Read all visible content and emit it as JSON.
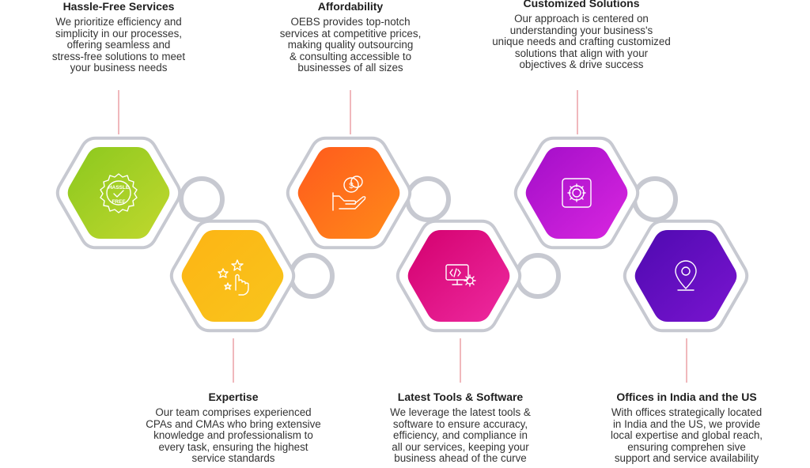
{
  "features": [
    {
      "id": "hassle-free",
      "title": "Hassle-Free Services",
      "lines": [
        "We prioritize efficiency and",
        "simplicity in our processes,",
        "offering seamless and",
        "stress-free solutions to meet",
        "your business needs"
      ],
      "icon": "hassle-free-badge-icon",
      "badge_text": [
        "HASSLE",
        "FREE"
      ],
      "colors": [
        "#8bc81e",
        "#c1d82e"
      ]
    },
    {
      "id": "expertise",
      "title": "Expertise",
      "lines": [
        "Our team comprises experienced",
        "CPAs and CMAs who bring extensive",
        "knowledge and professionalism to",
        "every task, ensuring the highest",
        "service standards"
      ],
      "icon": "stars-hand-icon",
      "colors": [
        "#fdb414",
        "#f8c51c"
      ]
    },
    {
      "id": "affordability",
      "title": "Affordability",
      "lines": [
        "OEBS provides top-notch",
        "services at competitive prices,",
        "making quality outsourcing",
        "& consulting accessible to",
        "businesses of all sizes"
      ],
      "icon": "coins-hand-icon",
      "colors": [
        "#ff5a1c",
        "#ff8a1a"
      ]
    },
    {
      "id": "latest-tools",
      "title": "Latest Tools & Software",
      "lines": [
        "We leverage the latest tools &",
        "software to ensure accuracy,",
        "efficiency, and compliance in",
        "all our services, keeping your",
        "business ahead of the curve"
      ],
      "icon": "monitor-code-gear-icon",
      "colors": [
        "#d3006e",
        "#ee2aa0"
      ]
    },
    {
      "id": "customized",
      "title": "Customized Solutions",
      "lines": [
        "Our approach is centered on",
        "understanding your business's",
        "unique needs and crafting customized",
        "solutions that align with your",
        "objectives & drive success"
      ],
      "icon": "gear-icon",
      "colors": [
        "#a20ec8",
        "#d926e0"
      ]
    },
    {
      "id": "offices",
      "title": "Offices in India and the US",
      "lines": [
        "With offices strategically located",
        "in India and the US, we provide",
        "local expertise and global reach,",
        "ensuring comprehen sive",
        "support and service availability"
      ],
      "icon": "location-pin-icon",
      "colors": [
        "#4e0ab0",
        "#7a14d0"
      ]
    }
  ],
  "colors": {
    "frame": "#c7c9d1",
    "frame_fill": "#ffffff",
    "connector_line": "#e0707a"
  }
}
